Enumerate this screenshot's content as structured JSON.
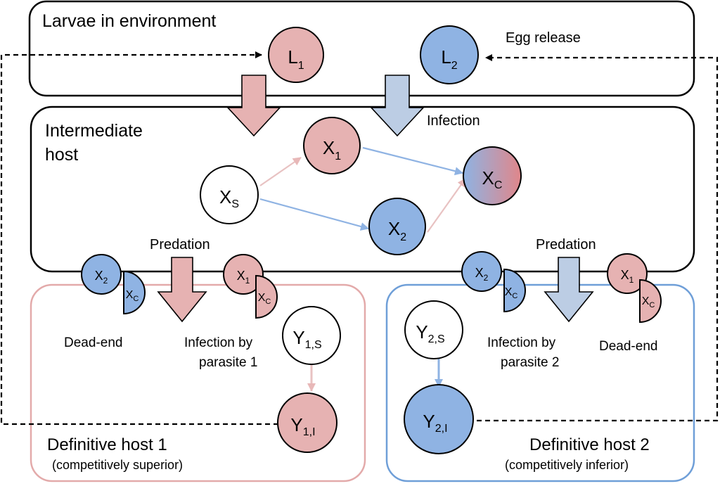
{
  "colors": {
    "parasite1": "#e6b2b2",
    "parasite2": "#8fb3e3",
    "parasite1_arrow": "#e8c2c2",
    "parasite2_arrow": "#a9c2e6",
    "host1_border": "#e3aaaa",
    "host2_border": "#6f9fd8",
    "stroke": "#000000"
  },
  "environment": {
    "title": "Larvae in environment",
    "egg_release": "Egg release",
    "L1": {
      "base": "L",
      "sub": "1"
    },
    "L2": {
      "base": "L",
      "sub": "2"
    }
  },
  "intermediate": {
    "title_line1": "Intermediate",
    "title_line2": "host",
    "infection": "Infection",
    "Xs": {
      "base": "X",
      "sub": "S"
    },
    "X1": {
      "base": "X",
      "sub": "1"
    },
    "X2": {
      "base": "X",
      "sub": "2"
    },
    "Xc": {
      "base": "X",
      "sub": "C"
    }
  },
  "predation_left": "Predation",
  "predation_right": "Predation",
  "host1": {
    "title": "Definitive host 1",
    "subtitle": "(competitively superior)",
    "dead_end": "Dead-end",
    "infection_line1": "Infection by",
    "infection_line2": "parasite 1",
    "Ys": {
      "base": "Y",
      "sub": "1,S"
    },
    "Yi": {
      "base": "Y",
      "sub": "1,I"
    },
    "pair_a": {
      "full": "X",
      "full_sub": "2",
      "half": "X",
      "half_sub": "C"
    },
    "pair_b": {
      "full": "X",
      "full_sub": "1",
      "half": "X",
      "half_sub": "C"
    }
  },
  "host2": {
    "title": "Definitive host 2",
    "subtitle": "(competitively inferior)",
    "dead_end": "Dead-end",
    "infection_line1": "Infection by",
    "infection_line2": "parasite 2",
    "Ys": {
      "base": "Y",
      "sub": "2,S"
    },
    "Yi": {
      "base": "Y",
      "sub": "2,I"
    },
    "pair_a": {
      "full": "X",
      "full_sub": "2",
      "half": "X",
      "half_sub": "C"
    },
    "pair_b": {
      "full": "X",
      "full_sub": "1",
      "half": "X",
      "half_sub": "C"
    }
  }
}
